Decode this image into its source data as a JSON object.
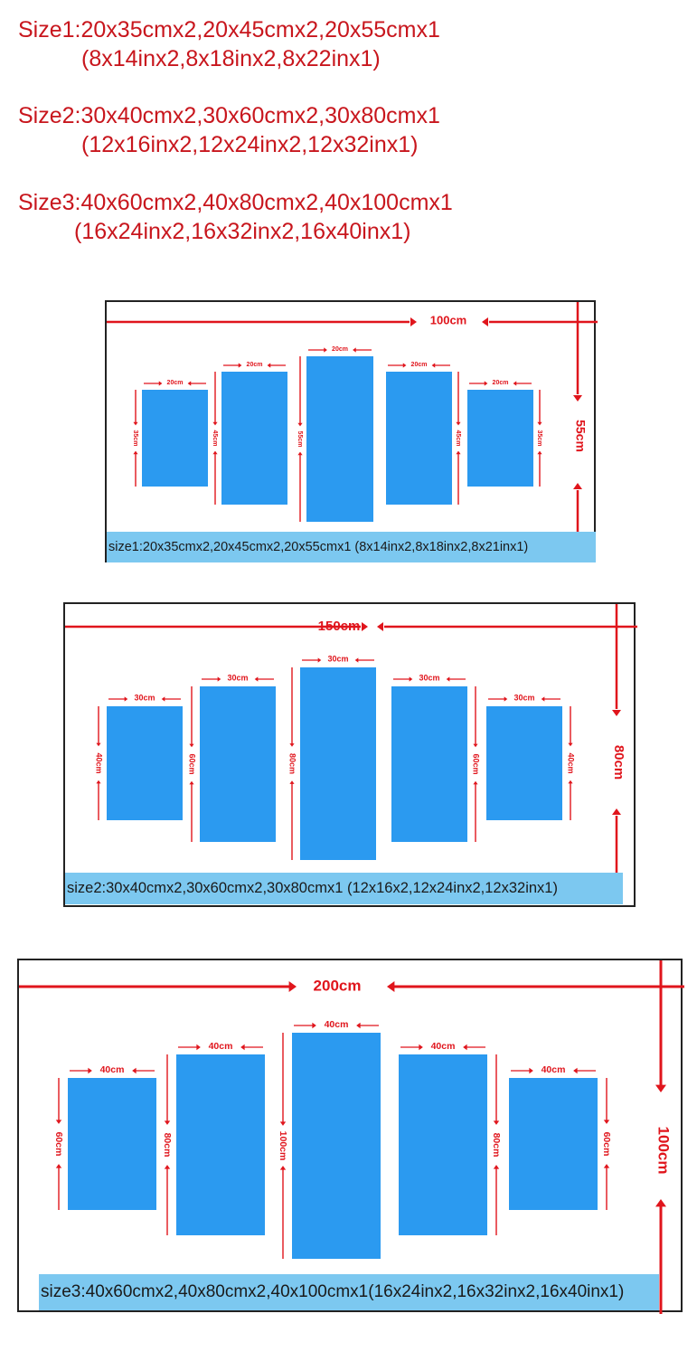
{
  "header": {
    "size1": {
      "line1": "Size1:20x35cmx2,20x45cmx2,20x55cmx1",
      "line2": "(8x14inx2,8x18inx2,8x22inx1)"
    },
    "size2": {
      "line1": "Size2:30x40cmx2,30x60cmx2,30x80cmx1",
      "line2": "(12x16inx2,12x24inx2,12x32inx1)"
    },
    "size3": {
      "line1": "Size3:40x60cmx2,40x80cmx2,40x100cmx1",
      "line2": "(16x24inx2,16x32inx2,16x40inx1)"
    }
  },
  "colors": {
    "arrow": "#e0151c",
    "panel": "#2b9af0",
    "caption_bg": "#7cc8f0",
    "header_text": "#c8161d"
  },
  "diagrams": [
    {
      "total_width": "100cm",
      "total_height": "55cm",
      "caption": "size1:20x35cmx2,20x45cmx2,20x55cmx1 (8x14inx2,8x18inx2,8x21inx1)",
      "panels": [
        {
          "width": "20cm",
          "height": "35cm"
        },
        {
          "width": "20cm",
          "height": "45cm"
        },
        {
          "width": "20cm",
          "height": "55cm"
        },
        {
          "width": "20cm",
          "height": "45cm"
        },
        {
          "width": "20cm",
          "height": "35cm"
        }
      ]
    },
    {
      "total_width": "150cm",
      "total_height": "80cm",
      "caption": "size2:30x40cmx2,30x60cmx2,30x80cmx1 (12x16x2,12x24inx2,12x32inx1)",
      "panels": [
        {
          "width": "30cm",
          "height": "40cm"
        },
        {
          "width": "30cm",
          "height": "60cm"
        },
        {
          "width": "30cm",
          "height": "80cm"
        },
        {
          "width": "30cm",
          "height": "60cm"
        },
        {
          "width": "30cm",
          "height": "40cm"
        }
      ]
    },
    {
      "total_width": "200cm",
      "total_height": "100cm",
      "caption": "size3:40x60cmx2,40x80cmx2,40x100cmx1(16x24inx2,16x32inx2,16x40inx1)",
      "panels": [
        {
          "width": "40cm",
          "height": "60cm"
        },
        {
          "width": "40cm",
          "height": "80cm"
        },
        {
          "width": "40cm",
          "height": "100cm"
        },
        {
          "width": "40cm",
          "height": "80cm"
        },
        {
          "width": "40cm",
          "height": "60cm"
        }
      ]
    }
  ]
}
